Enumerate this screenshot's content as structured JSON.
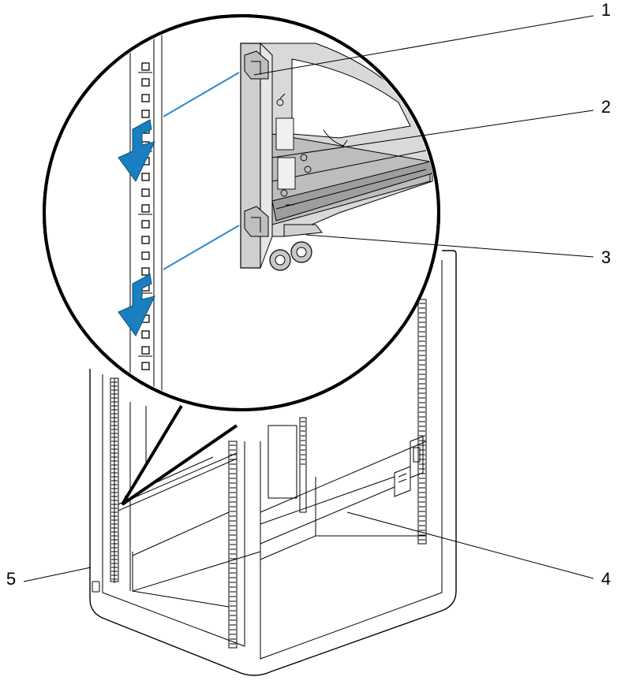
{
  "figure": {
    "callouts": [
      {
        "id": "c1",
        "label": "1"
      },
      {
        "id": "c2",
        "label": "2"
      },
      {
        "id": "c3",
        "label": "3"
      },
      {
        "id": "c4",
        "label": "4"
      },
      {
        "id": "c5",
        "label": "5"
      }
    ],
    "colors": {
      "arrow_blue": "#1a7fc1",
      "guide_line_blue": "#2b89c9",
      "rail_gray": "#c8c8c8",
      "rail_dark_gray": "#9a9a9a",
      "line": "#000000"
    }
  }
}
